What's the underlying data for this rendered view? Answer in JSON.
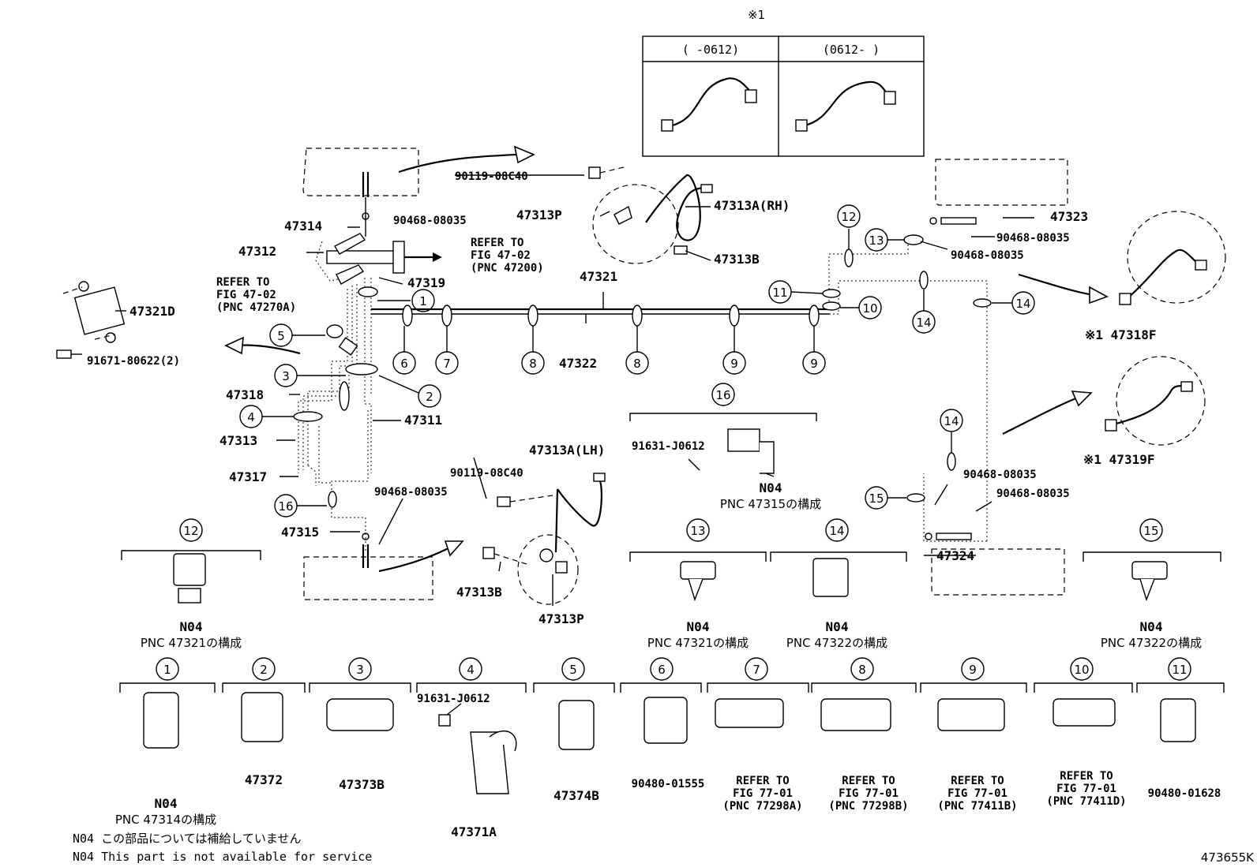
{
  "figure_id": "473655K",
  "labels": {
    "l_47314": "47314",
    "l_47312": "47312",
    "l_47319": "47319",
    "l_47321D": "47321D",
    "l_91671": "91671-80622(2)",
    "l_47318": "47318",
    "l_47313": "47313",
    "l_47317": "47317",
    "l_47311": "47311",
    "l_47315": "47315",
    "l_90468_a": "90468-08035",
    "l_90468_b": "90468-08035",
    "l_90119_a": "90119-08C40",
    "l_90119_b": "90119-08C40",
    "l_47313P_a": "47313P",
    "l_47313P_b": "47313P",
    "l_47313A_RH": "47313A(RH)",
    "l_47313A_LH": "47313A(LH)",
    "l_47313B_a": "47313B",
    "l_47313B_b": "47313B",
    "l_47321": "47321",
    "l_47322": "47322",
    "l_47323": "47323",
    "l_47324": "47324",
    "l_90468_c": "90468-08035",
    "l_90468_d": "90468-08035",
    "l_90468_e": "90468-08035",
    "l_90468_f": "90468-08035",
    "l_47318F": "※1 47318F",
    "l_47319F": "※1 47319F",
    "l_91631_a": "91631-J0612",
    "l_91631_b": "91631-J0612"
  },
  "refer": {
    "r1_line1": "REFER TO",
    "r1_line2": "FIG 47-02",
    "r1_line3": "(PNC 47200)",
    "r2_line1": "REFER TO",
    "r2_line2": "FIG 47-02",
    "r2_line3": "(PNC 47270A)"
  },
  "inset": {
    "mark": "※1",
    "col1": "(     -0612)",
    "col2": "(0612-     )"
  },
  "callouts": [
    "1",
    "2",
    "3",
    "4",
    "5",
    "6",
    "7",
    "8",
    "9",
    "10",
    "11",
    "12",
    "13",
    "14",
    "15",
    "16"
  ],
  "no4": "N04",
  "pnc_notes": {
    "p16": "PNC 47315の構成",
    "p12": "PNC 47321の構成",
    "p13": "PNC 47321の構成",
    "p14": "PNC 47322の構成",
    "p15": "PNC 47322の構成",
    "p1": "PNC 47314の構成"
  },
  "bottom_parts": {
    "b1": "N04",
    "b2": "47372",
    "b3": "47373B",
    "b4": "47371A",
    "b5": "47374B",
    "b6": "90480-01555",
    "b7_l1": "REFER TO",
    "b7_l2": "FIG 77-01",
    "b7_l3": "(PNC 77298A)",
    "b8_l1": "REFER TO",
    "b8_l2": "FIG 77-01",
    "b8_l3": "(PNC 77298B)",
    "b9_l1": "REFER TO",
    "b9_l2": "FIG 77-01",
    "b9_l3": "(PNC 77411B)",
    "b10_l1": "REFER TO",
    "b10_l2": "FIG 77-01",
    "b10_l3": "(PNC 77411D)",
    "b11": "90480-01628"
  },
  "footnotes": {
    "jp": "N04 この部品については補給していません",
    "en": "N04  This part is not available for service"
  }
}
